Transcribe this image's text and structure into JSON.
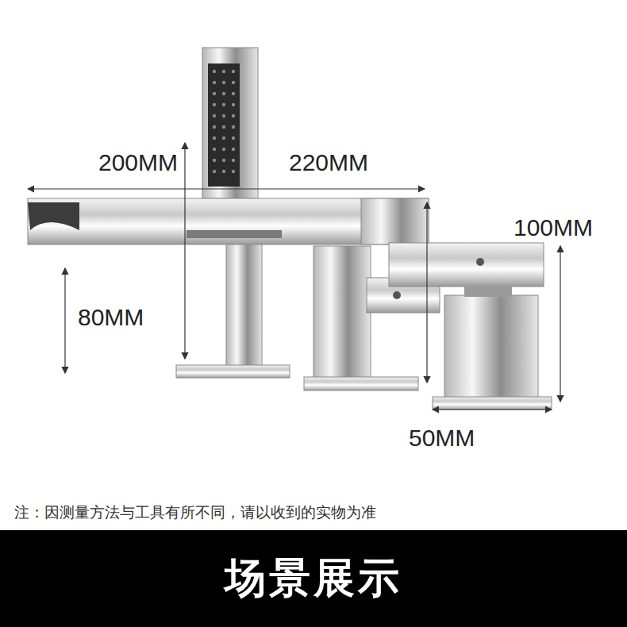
{
  "diagram": {
    "nodes": [
      {
        "text": [
          "场景展示"
        ]
      }
    ],
    "labels": [
      "200MM",
      "220MM",
      "100MM",
      "80MM",
      "50MM",
      "注：因测量方法与工具有所不同，请以收到的实物为准"
    ]
  }
}
